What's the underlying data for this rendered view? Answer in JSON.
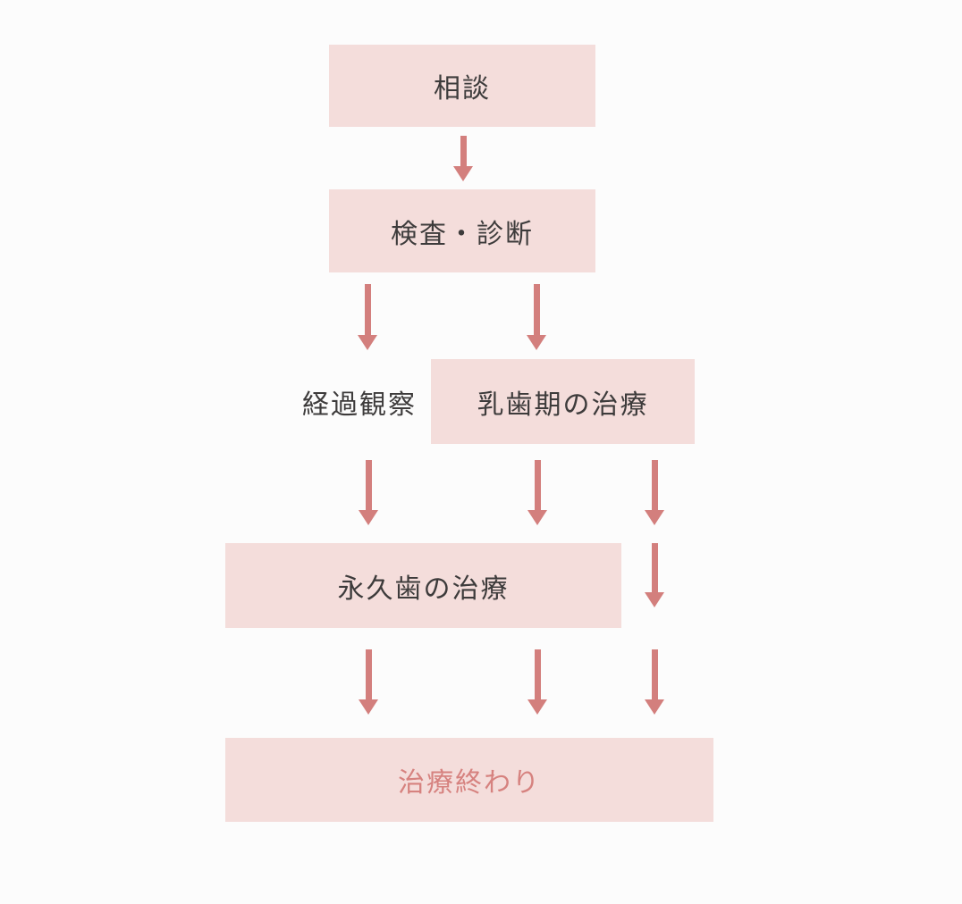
{
  "page": {
    "background_color": "#fcfcfc"
  },
  "flowchart": {
    "colors": {
      "node_fill": "#f4dddb",
      "node_text": "#3d3b3b",
      "arrow": "#d37f7d",
      "end_node_text": "#d6827f"
    },
    "icons": {
      "arrow": "arrow-down-icon"
    },
    "nodes": [
      {
        "id": "consultation",
        "label": "相談",
        "style": "box"
      },
      {
        "id": "examination-diagnosis",
        "label": "検査・診断",
        "style": "box"
      },
      {
        "id": "follow-up-observation",
        "label": "経過観察",
        "style": "plain-text"
      },
      {
        "id": "primary-dentition-treatment",
        "label": "乳歯期の治療",
        "style": "box"
      },
      {
        "id": "permanent-dentition-treatment",
        "label": "永久歯の治療",
        "style": "box"
      },
      {
        "id": "treatment-end",
        "label": "治療終わり",
        "style": "box-accent-text"
      }
    ]
  }
}
